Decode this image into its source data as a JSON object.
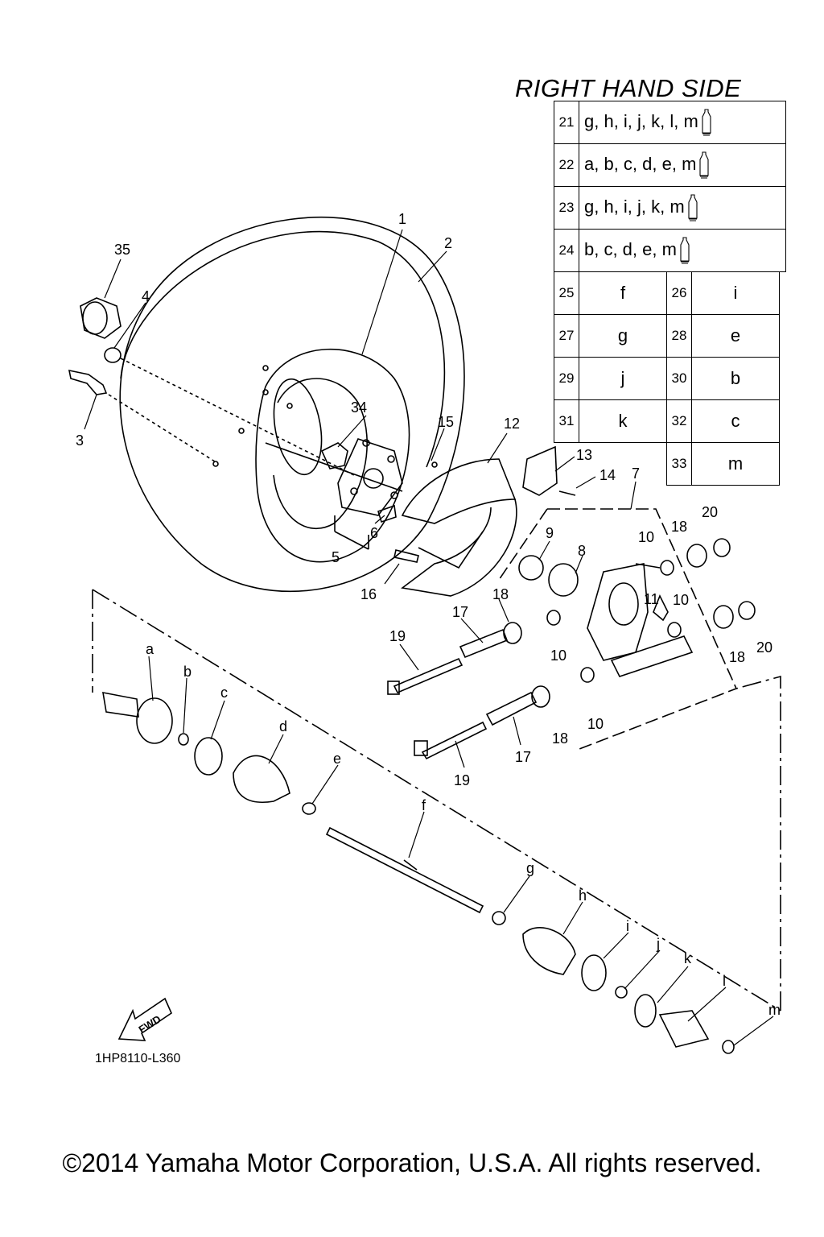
{
  "header": {
    "title": "RIGHT HAND SIDE"
  },
  "table_rows": [
    {
      "num": "21",
      "parts": "g, h, i, j, k, l, m",
      "tube_icon": "grease-tube-icon"
    },
    {
      "num": "22",
      "parts": "a, b, c, d, e, m",
      "tube_icon": "grease-tube-icon"
    },
    {
      "num": "23",
      "parts": "g, h, i, j, k, m",
      "tube_icon": "grease-tube-icon"
    },
    {
      "num": "24",
      "parts": "b, c, d, e, m",
      "tube_icon": "grease-tube-icon"
    }
  ],
  "table_pairs": [
    {
      "num1": "25",
      "v1": "f",
      "num2": "26",
      "v2": "i"
    },
    {
      "num1": "27",
      "v1": "g",
      "num2": "28",
      "v2": "e"
    },
    {
      "num1": "29",
      "v1": "j",
      "num2": "30",
      "v2": "b"
    },
    {
      "num1": "31",
      "v1": "k",
      "num2": "32",
      "v2": "c"
    }
  ],
  "table_last": {
    "num": "33",
    "v": "m"
  },
  "callouts": {
    "c1": "1",
    "c2": "2",
    "c3": "3",
    "c4": "4",
    "c5": "5",
    "c6": "6",
    "c7": "7",
    "c8": "8",
    "c9": "9",
    "c10": "10",
    "c11": "11",
    "c12": "12",
    "c13": "13",
    "c14": "14",
    "c15": "15",
    "c16": "16",
    "c17": "17",
    "c18": "18",
    "c19": "19",
    "c20": "20",
    "c34": "34",
    "c35": "35",
    "a": "a",
    "b": "b",
    "c": "c",
    "d": "d",
    "e": "e",
    "f": "f",
    "g": "g",
    "h": "h",
    "i": "i",
    "j": "j",
    "k": "k",
    "l": "l",
    "m": "m"
  },
  "fwd_label": "FWD",
  "diagram_code": "1HP8110-L360",
  "footer": {
    "copyright": "©2014 Yamaha Motor Corporation, U.S.A. All rights reserved."
  }
}
